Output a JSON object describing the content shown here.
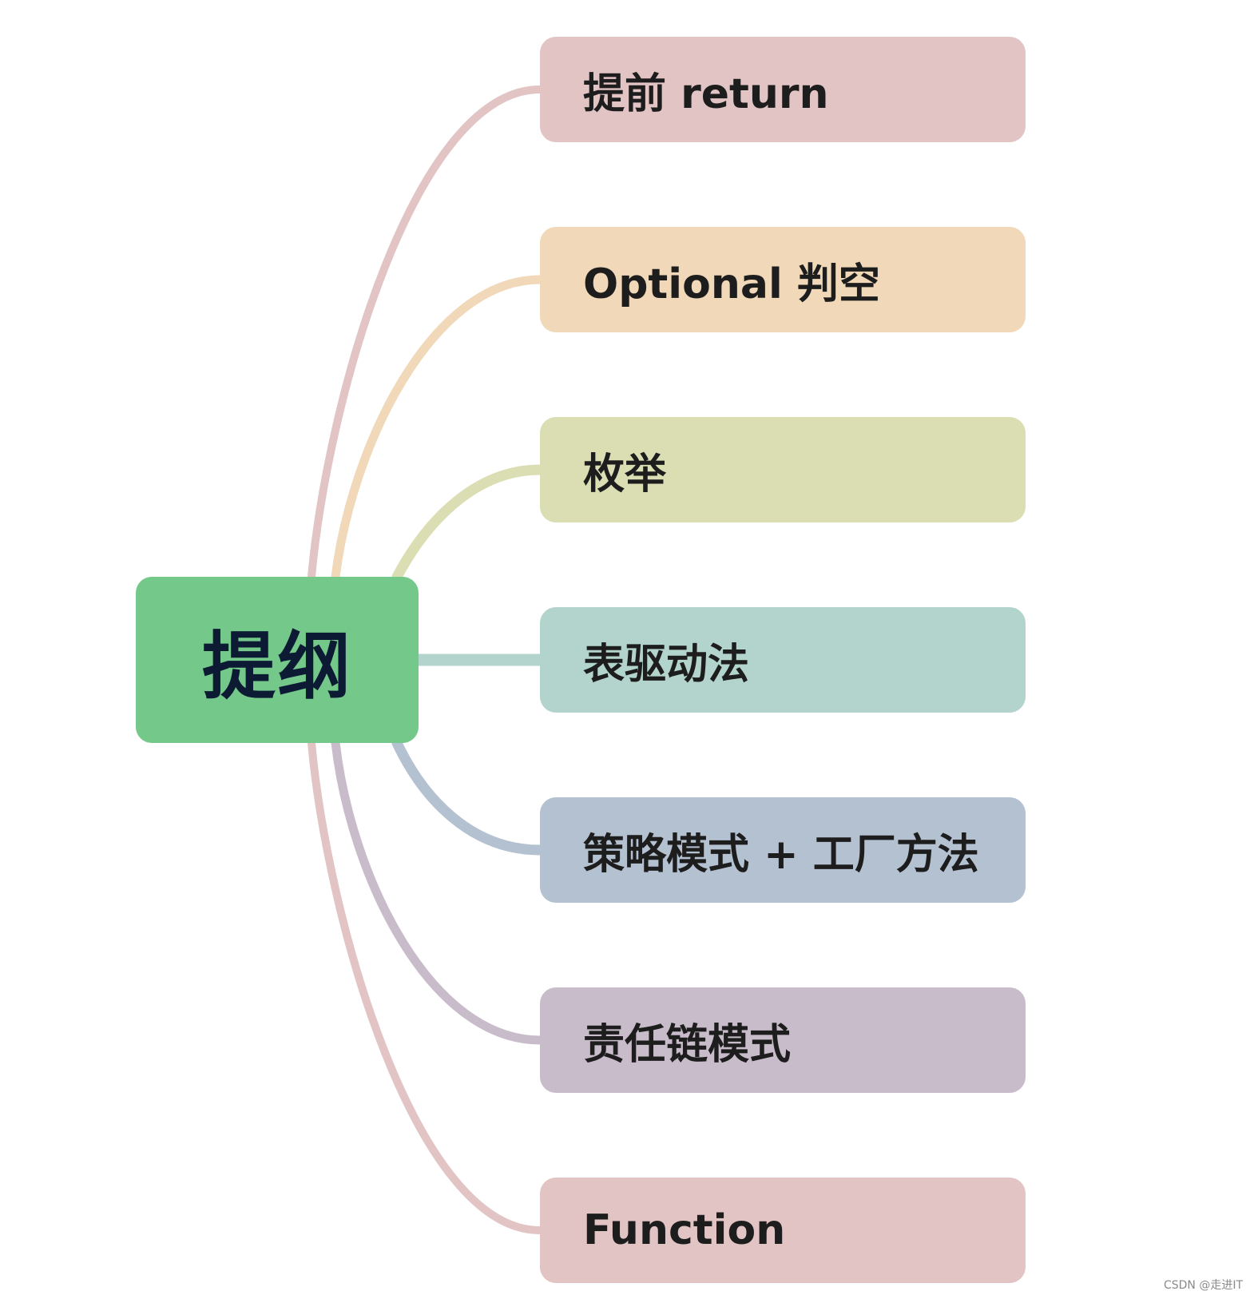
{
  "root": {
    "label": "提纲",
    "color": "#74c98a"
  },
  "branches": [
    {
      "label": "提前 return",
      "color": "#e2c4c4",
      "line_color": "#e2c4c4"
    },
    {
      "label": "Optional 判空",
      "color": "#f0d8b8",
      "line_color": "#f0d8b8"
    },
    {
      "label": "枚举",
      "color": "#dbddb2",
      "line_color": "#dbddb2"
    },
    {
      "label": "表驱动法",
      "color": "#b3d4cc",
      "line_color": "#b3d4cc"
    },
    {
      "label": "策略模式 + 工厂方法",
      "color": "#b4c1d1",
      "line_color": "#b4c1d1"
    },
    {
      "label": "责任链模式",
      "color": "#c9bcca",
      "line_color": "#c9bcca"
    },
    {
      "label": "Function",
      "color": "#e2c4c4",
      "line_color": "#e2c4c4"
    }
  ],
  "watermark": "CSDN @走进IT"
}
